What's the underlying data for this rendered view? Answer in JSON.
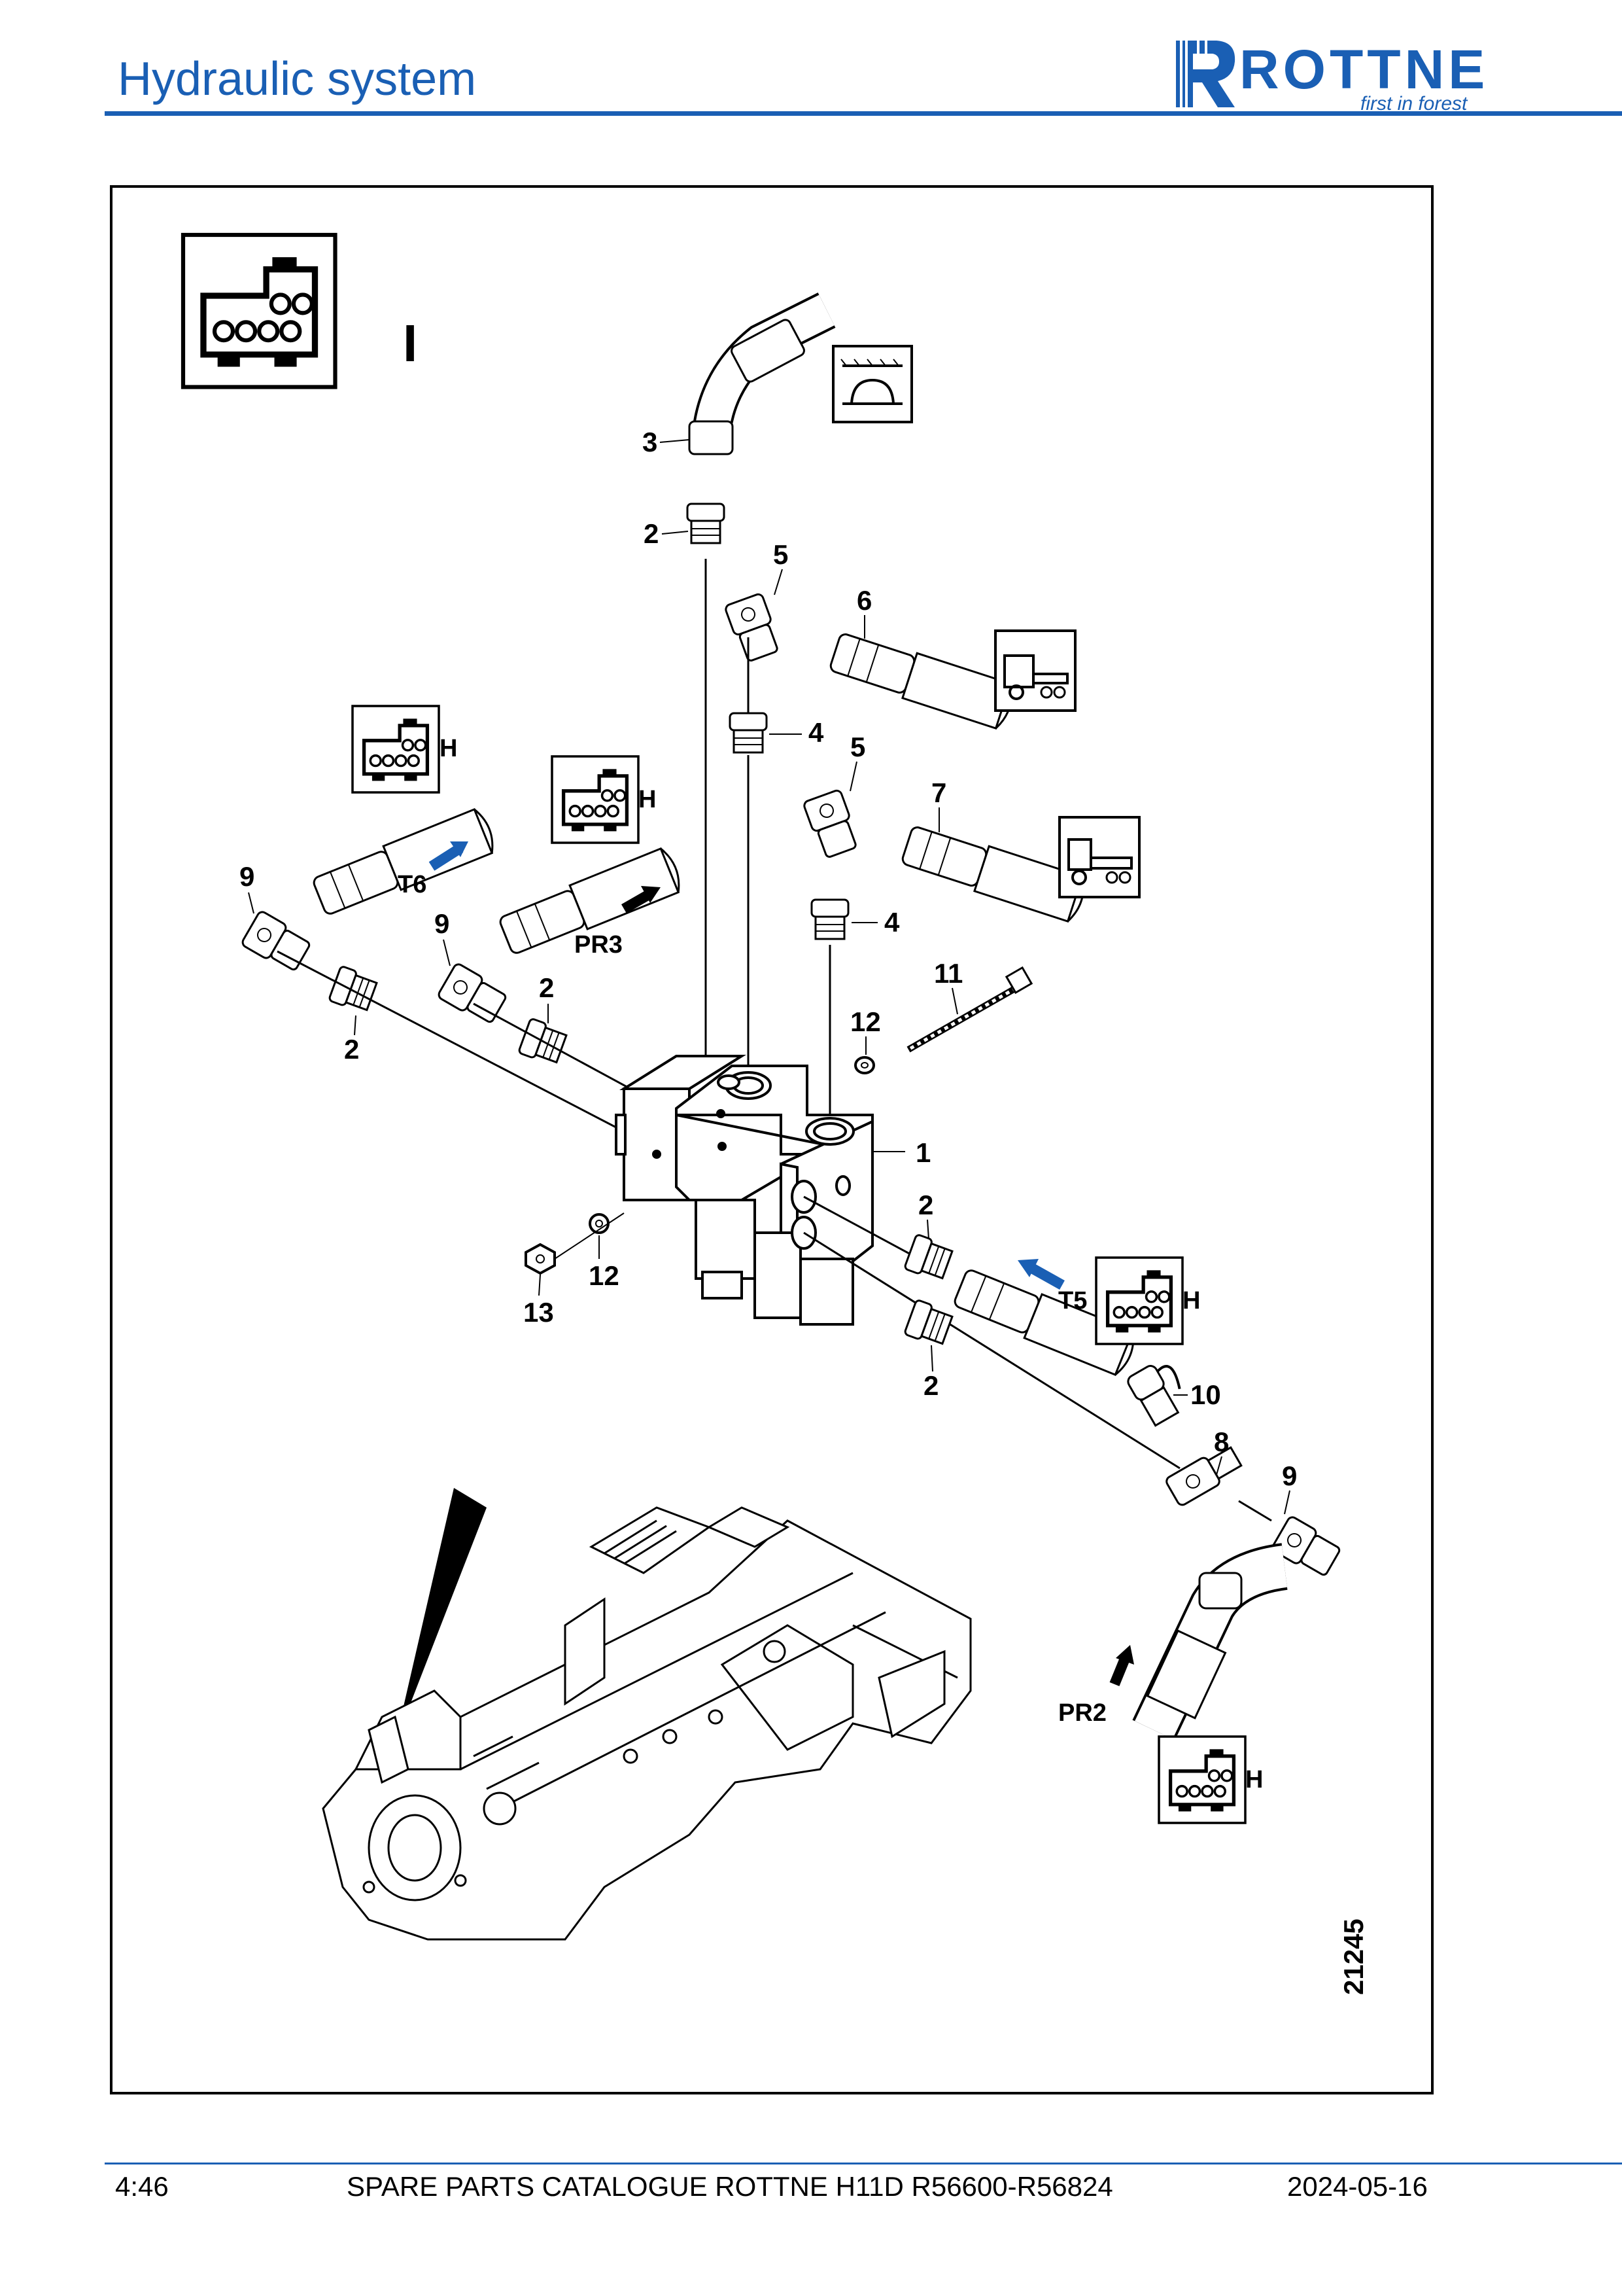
{
  "header": {
    "title": "Hydraulic system",
    "brand": {
      "name": "ROTTNE",
      "tagline": "first in forest",
      "color": "#1a5fb4"
    }
  },
  "diagram": {
    "section_letter": "I",
    "reference_number": "21245",
    "connector_group_label": "H",
    "part_callouts": [
      "1",
      "2",
      "3",
      "4",
      "5",
      "6",
      "7",
      "8",
      "9",
      "10",
      "11",
      "12",
      "13"
    ],
    "port_labels": {
      "t6": "T6",
      "pr3": "PR3",
      "t5": "T5",
      "pr2": "PR2"
    },
    "callouts": {
      "c3": "3",
      "c2a": "2",
      "c5a": "5",
      "c6": "6",
      "c4a": "4",
      "c5b": "5",
      "c7": "7",
      "c4b": "4",
      "c9a": "9",
      "c9b": "9",
      "c2b": "2",
      "c2c": "2",
      "c11": "11",
      "c12a": "12",
      "c1": "1",
      "c2d": "2",
      "c12b": "12",
      "c13": "13",
      "c2e": "2",
      "c10": "10",
      "c8": "8",
      "c9c": "9"
    },
    "icons": [
      "connector-block-icon",
      "wheel-hose-icon",
      "machine-rear-icon",
      "machine-front-icon",
      "blue-arrow-icon",
      "black-arrow-icon",
      "pointer-wedge-icon"
    ]
  },
  "footer": {
    "page": "4:46",
    "catalogue": "SPARE PARTS CATALOGUE ROTTNE H11D R56600-R56824",
    "date": "2024-05-16"
  }
}
